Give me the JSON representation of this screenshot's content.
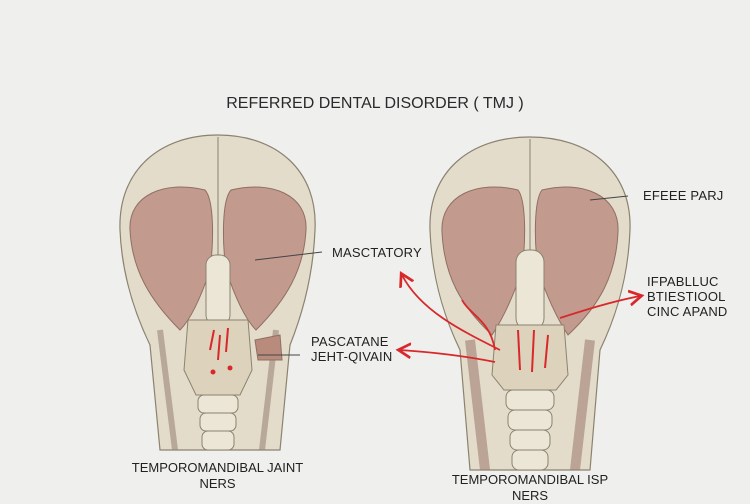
{
  "title": "REFERRED DENTAL DISORDER ( TMJ )",
  "left_figure": {
    "labels": {
      "masticatory": "MASCTATORY",
      "pascatane_line1": "PASCATANE",
      "pascatane_line2": "JEHT-QIVAIN"
    },
    "caption_line1": "TEMPOROMANDIBAL JAINT",
    "caption_line2": "NERS"
  },
  "right_figure": {
    "labels": {
      "efeee": "EFEEE PARJ",
      "ifpabl_line1": "IFPABLLUC",
      "ifpabl_line2": "BTIESTIOOL",
      "ifpabl_line3": "CINC APAND"
    },
    "caption_line1": "TEMPOROMANDIBAL ISP",
    "caption_line2": "NERS"
  },
  "colors": {
    "background": "#efefee",
    "skull": "#e3dccb",
    "muscle": "#c39a8e",
    "outline": "#8b826f",
    "arrow": "#d8282c"
  }
}
